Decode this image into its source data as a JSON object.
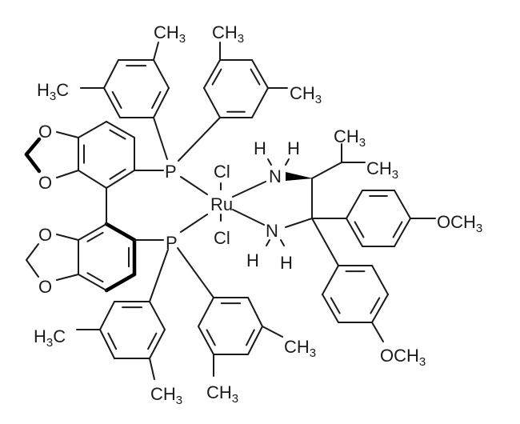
{
  "molecule": {
    "atoms": {
      "p_upper": "P",
      "p_lower": "P",
      "ru": "Ru",
      "cl_upper": "Cl",
      "cl_lower": "Cl",
      "n_upper": "N",
      "n_lower": "N",
      "h_n_upper_1": "H",
      "h_n_upper_2": "H",
      "h_n_lower_1": "H",
      "h_n_lower_2": "H",
      "o_dioxole_1": "O",
      "o_dioxole_2": "O",
      "o_dioxole_3": "O",
      "o_dioxole_4": "O"
    },
    "groups": {
      "methyl_top_1": "CH3",
      "methyl_top_2": "CH3",
      "methyl_upper_left": "H3C",
      "methyl_upper_right": "CH3",
      "isopropyl_methyl_top": "CH3",
      "isopropyl_methyl_right": "CH3",
      "methoxy_right": "OCH3",
      "methoxy_bottom": "OCH3",
      "methyl_lower_left": "H3C",
      "methyl_lower_right": "CH3",
      "methyl_bottom_1": "CH3",
      "methyl_bottom_2": "CH3"
    }
  }
}
